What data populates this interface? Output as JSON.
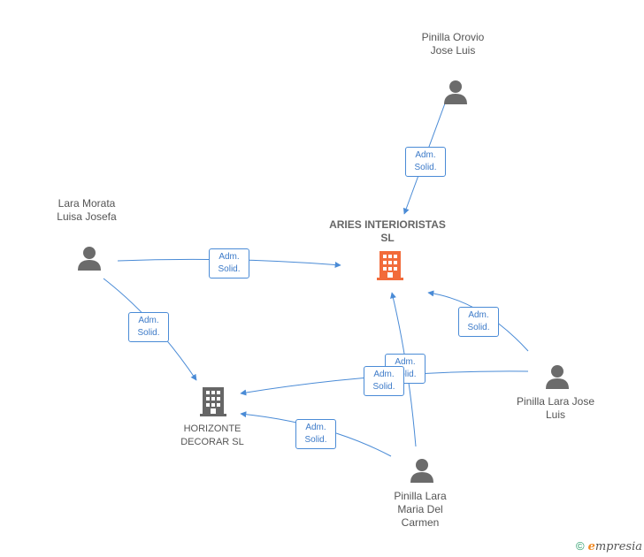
{
  "companies": [
    {
      "id": "aries",
      "label": "ARIES INTERIORISTAS SL",
      "color": "#f26b3a"
    },
    {
      "id": "horizonte",
      "label": "HORIZONTE DECORAR SL",
      "color": "#666666"
    }
  ],
  "people": [
    {
      "id": "pinilla-orovio",
      "label": "Pinilla Orovio Jose Luis"
    },
    {
      "id": "lara-morata",
      "label": "Lara Morata Luisa Josefa"
    },
    {
      "id": "pinilla-lara-jose",
      "label": "Pinilla Lara Jose Luis"
    },
    {
      "id": "pinilla-lara-maria",
      "label": "Pinilla Lara Maria Del Carmen"
    }
  ],
  "edges": [
    {
      "from": "pinilla-orovio",
      "to": "aries",
      "line1": "Adm.",
      "line2": "Solid."
    },
    {
      "from": "lara-morata",
      "to": "aries",
      "line1": "Adm.",
      "line2": "Solid."
    },
    {
      "from": "lara-morata",
      "to": "horizonte",
      "line1": "Adm.",
      "line2": "Solid."
    },
    {
      "from": "pinilla-lara-jose",
      "to": "aries",
      "line1": "Adm.",
      "line2": "Solid."
    },
    {
      "from": "pinilla-lara-maria",
      "to": "aries",
      "line1": "Adm.",
      "line2": "Solid."
    },
    {
      "from": "pinilla-lara-jose",
      "to": "horizonte",
      "line1": "Adm.",
      "line2": "Solid."
    },
    {
      "from": "pinilla-lara-maria",
      "to": "horizonte",
      "line1": "Adm.",
      "line2": "Solid."
    }
  ],
  "colors": {
    "edge": "#4a8bd6",
    "person": "#6b6b6b"
  },
  "footer": {
    "copyright": "©",
    "brand_first": "e",
    "brand_rest": "mpresia"
  }
}
